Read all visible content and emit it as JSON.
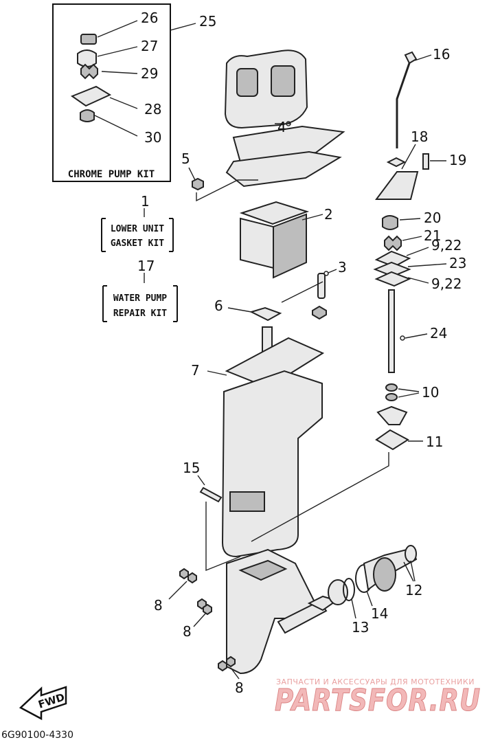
{
  "diagram": {
    "kits": {
      "chrome_pump": {
        "label": "CHROME PUMP KIT",
        "ref": "25"
      },
      "lower_unit_gasket": {
        "ref": "1",
        "line1": "LOWER UNIT",
        "line2": "GASKET KIT"
      },
      "water_pump_repair": {
        "ref": "17",
        "line1": "WATER PUMP",
        "line2": "REPAIR KIT"
      }
    },
    "callouts": {
      "c26": "26",
      "c27": "27",
      "c29": "29",
      "c28": "28",
      "c30": "30",
      "c4": "4",
      "c5": "5",
      "c2": "2",
      "c3": "3",
      "c6": "6",
      "c7": "7",
      "c15": "15",
      "c16": "16",
      "c18": "18",
      "c19": "19",
      "c20": "20",
      "c21": "21",
      "c9_22_a": "9,22",
      "c23": "23",
      "c9_22_b": "9,22",
      "c24": "24",
      "c10": "10",
      "c11": "11",
      "c12": "12",
      "c13": "13",
      "c14": "14",
      "c8_a": "8",
      "c8_b": "8",
      "c8_c": "8"
    },
    "fwd_label": "FWD",
    "drawing_code": "6G90100-4330"
  },
  "watermark": {
    "tagline": "ЗАПЧАСТИ И АКСЕССУАРЫ ДЛЯ МОТОТЕХНИКИ",
    "brand": "PARTSFOR.RU",
    "color": "#e07a7a"
  }
}
